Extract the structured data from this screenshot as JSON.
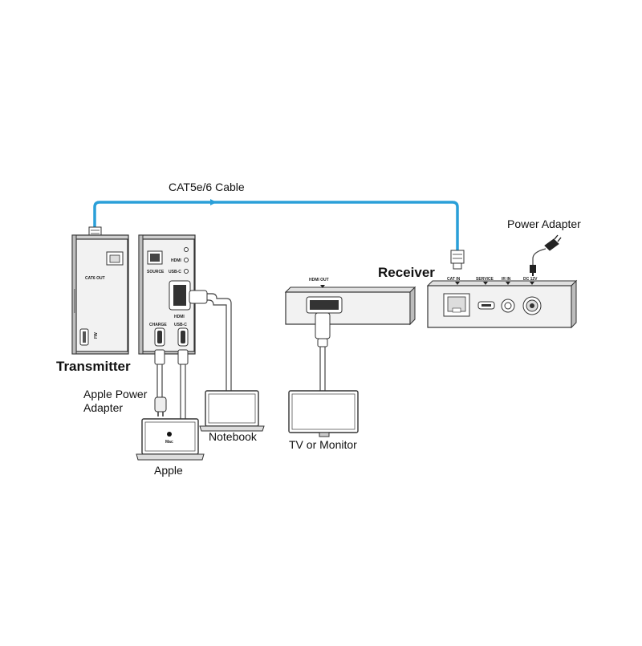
{
  "labels": {
    "cable": "CAT5e/6 Cable",
    "power_adapter": "Power Adapter",
    "receiver": "Receiver",
    "transmitter": "Transmitter",
    "apple_power_adapter_line1": "Apple Power",
    "apple_power_adapter_line2": "Adapter",
    "notebook": "Notebook",
    "tv_monitor": "TV or Monitor",
    "apple": "Apple"
  },
  "transmitter_ports": {
    "cat6_out": "CAT6 OUT",
    "fw": "FW",
    "hdmi_led": "HDMI",
    "usbc_led": "USB-C",
    "source": "SOURCE",
    "hdmi": "HDMI",
    "charge": "CHARGE",
    "usbc": "USB-C"
  },
  "receiver_ports": {
    "hdmi_out": "HDMI OUT",
    "cat_in": "CAT IN",
    "service": "SERVICE",
    "ir_in": "IR IN",
    "dc": "DC 12V"
  },
  "apple_screen_text": "Mac",
  "colors": {
    "cable_blue": "#2a9fd8",
    "device_gray": "#cfcfcf",
    "outline": "#333333"
  }
}
